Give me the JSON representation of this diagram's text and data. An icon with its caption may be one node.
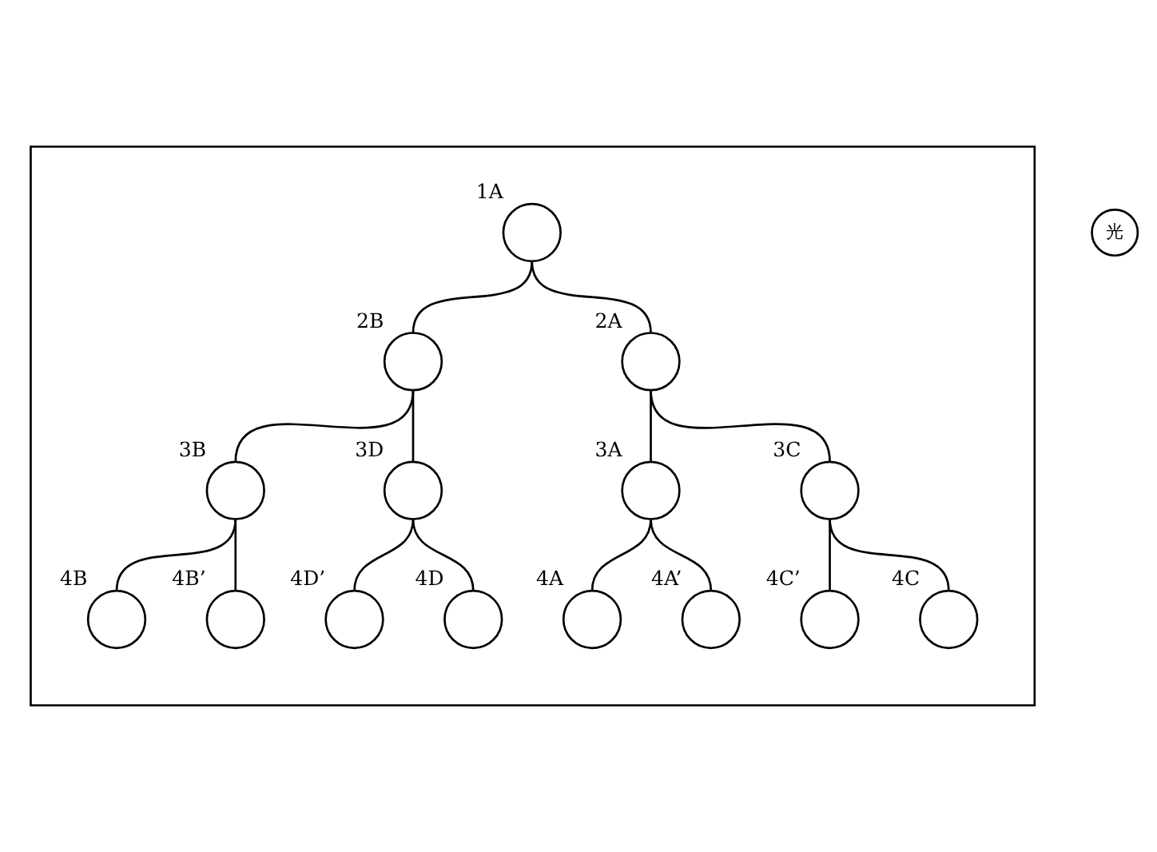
{
  "diagram": {
    "nodes": [
      {
        "text": [],
        "shape": "box"
      },
      {
        "text": [
          "光"
        ]
      },
      {
        "text": [],
        "shape": "circle",
        "beside": [
          "4B"
        ],
        "in": 0
      },
      {
        "text": [],
        "shape": "circle",
        "beside": [
          "4A"
        ],
        "in": 0
      },
      {
        "text": [],
        "shape": "circle",
        "beside": [
          "3B"
        ],
        "in": 0
      },
      {
        "text": [],
        "shape": "circle",
        "beside": [
          "4B’"
        ],
        "in": 0
      },
      {
        "text": [],
        "shape": "circle",
        "beside": [
          "3A"
        ],
        "in": 0
      },
      {
        "text": [],
        "shape": "circle",
        "beside": [
          "4A’"
        ],
        "in": 0
      },
      {
        "text": [],
        "shape": "circle",
        "beside": [
          "2B"
        ],
        "in": 0
      },
      {
        "text": [],
        "shape": "circle",
        "beside": [
          "1A"
        ],
        "in": 0
      },
      {
        "text": [],
        "shape": "circle",
        "beside": [
          "2A"
        ],
        "in": 0
      },
      {
        "text": [],
        "shape": "circle",
        "beside": [
          "3D"
        ],
        "in": 0
      },
      {
        "text": [],
        "shape": "circle",
        "beside": [
          "4D’"
        ],
        "in": 0
      },
      {
        "text": [],
        "shape": "circle",
        "beside": [
          "3C"
        ],
        "in": 0
      },
      {
        "text": [],
        "shape": "circle",
        "beside": [
          "4C’"
        ],
        "in": 0
      },
      {
        "text": [],
        "shape": "circle",
        "beside": [
          "4D"
        ],
        "in": 0
      },
      {
        "text": [],
        "shape": "circle",
        "beside": [
          "4C"
        ],
        "in": 0
      }
    ],
    "edges": [
      {
        "from": 9,
        "to": 8,
        "arrow": "none"
      },
      {
        "from": 9,
        "to": 10,
        "arrow": "none"
      },
      {
        "from": 8,
        "to": 4,
        "arrow": "none"
      },
      {
        "from": 4,
        "to": 2,
        "arrow": "none"
      },
      {
        "from": 4,
        "to": 5,
        "arrow": "none"
      },
      {
        "from": 8,
        "to": 11,
        "arrow": "none"
      },
      {
        "from": 11,
        "to": 12,
        "arrow": "none"
      },
      {
        "from": 11,
        "to": 15,
        "arrow": "none"
      },
      {
        "from": 10,
        "to": 6,
        "arrow": "none"
      },
      {
        "from": 6,
        "to": 3,
        "arrow": "none"
      },
      {
        "from": 6,
        "to": 7,
        "arrow": "none"
      },
      {
        "from": 10,
        "to": 13,
        "arrow": "none"
      },
      {
        "from": 13,
        "to": 14,
        "arrow": "none"
      },
      {
        "from": 13,
        "to": 16,
        "arrow": "none"
      }
    ]
  }
}
